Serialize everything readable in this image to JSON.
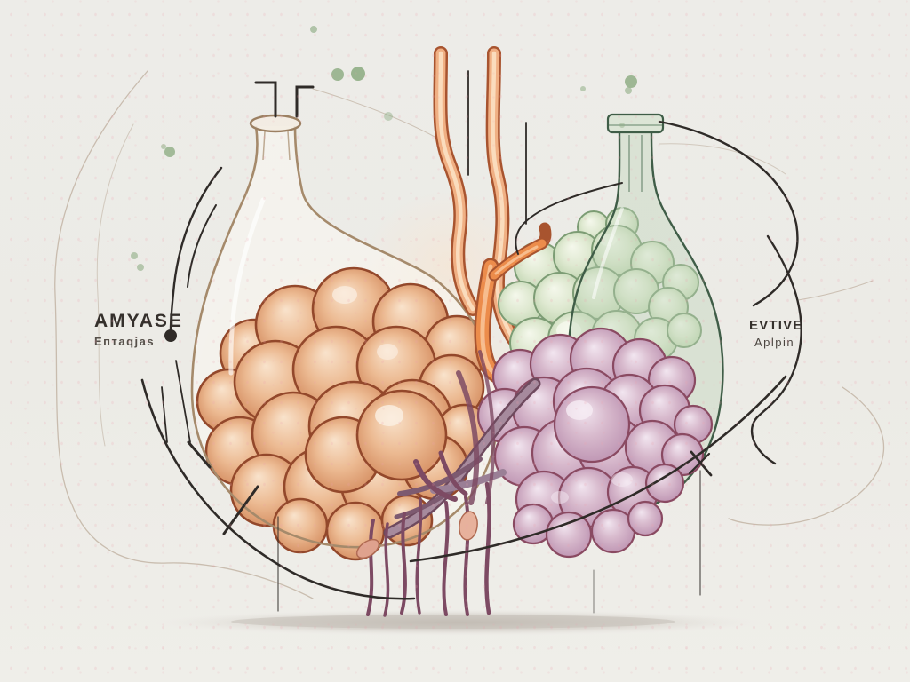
{
  "scene": {
    "type": "digital-illustration",
    "background": "#edece8",
    "labels": {
      "left": {
        "title": "AMYASE",
        "subtitle": "Eптаqјаs"
      },
      "right": {
        "title": "EVTIVE",
        "subtitle": "Aplpin"
      }
    },
    "palette": {
      "orange_cluster_outline": "#93482b",
      "green_cluster_outline": "#7c9c74",
      "purple_cluster_outline": "#8a4a62",
      "vessel": "#7d4a63",
      "line_ink": "#2f2b28",
      "hairline": "#ab9580",
      "green_dot": "#8fae85",
      "flask_outline": "#a58a6b",
      "bottle_glass": "#3f5d47",
      "duct_orange": "#ec8c4b"
    }
  }
}
